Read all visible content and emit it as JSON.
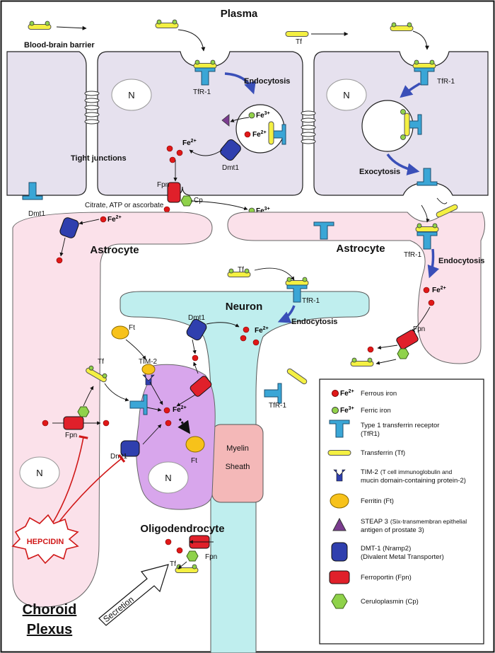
{
  "title": "Plasma",
  "labels": {
    "bbb": "Blood-brain barrier",
    "tight_junctions": "Tight junctions",
    "endocytosis": "Endocytosis",
    "exocytosis": "Exocytosis",
    "tf": "Tf",
    "tfr1": "TfR-1",
    "dmt1": "Dmt1",
    "fpn": "Fpn",
    "cp": "Cp",
    "ft": "Ft",
    "tim2": "TIM-2",
    "citrate": "Citrate, ATP or ascorbate",
    "fe2": "Fe",
    "fe2_sup": "2+",
    "fe3": "Fe",
    "fe3_sup": "3+",
    "nucleus": "N",
    "astrocyte": "Astrocyte",
    "neuron": "Neuron",
    "oligodendrocyte": "Oligodendrocyte",
    "myelin_line1": "Myelin",
    "myelin_line2": "Sheath",
    "hepcidin": "HEPCIDIN",
    "secretion": "Secretion",
    "choroid_line1": "Choroid",
    "choroid_line2": "Plexus"
  },
  "legend": [
    {
      "icon": "ferrous-iron-icon",
      "text": "Ferrous iron",
      "sym": "Fe",
      "sup": "2+"
    },
    {
      "icon": "ferric-iron-icon",
      "text": "Ferric iron",
      "sym": "Fe",
      "sup": "3+"
    },
    {
      "icon": "tfr1-receptor-icon",
      "text": "Type 1 transferrin receptor",
      "text2": "(TfR1)"
    },
    {
      "icon": "transferrin-icon",
      "text": "Transferrin (Tf)"
    },
    {
      "icon": "tim2-icon",
      "text": "TIM-2",
      "text_small": "(T cell immunoglobulin and",
      "text2": "mucin domain-containing protein-2)"
    },
    {
      "icon": "ferritin-icon",
      "text": "Ferritin (Ft)"
    },
    {
      "icon": "steap3-icon",
      "text": "STEAP 3",
      "text_small": "(Six-transmembran epithelial",
      "text2": "antigen of prostate 3)"
    },
    {
      "icon": "dmt1-icon",
      "text": "DMT-1 (Nramp2)",
      "text2": "(Divalent Metal Transporter)"
    },
    {
      "icon": "ferroportin-icon",
      "text": "Ferroportin (Fpn)"
    },
    {
      "icon": "ceruloplasmin-icon",
      "text": "Ceruloplasmin  (Cp)"
    }
  ],
  "colors": {
    "endothelial": "#e6e1ee",
    "astrocyte": "#fbe1ea",
    "neuron": "#bfeeee",
    "oligodendrocyte": "#d8a6ec",
    "myelin": "#f4b8b8",
    "receptor": "#3aa6d6",
    "transferrin": "#f4f042",
    "dmt1": "#2f3fae",
    "fpn": "#e0202a",
    "cp": "#8fd24a",
    "ferritin": "#f7c21a",
    "fe2": "#e01818",
    "fe3": "#92d24a",
    "steap3": "#7a3b8f",
    "arrow_blue": "#3a4fb8",
    "hepcidin": "#d01818"
  }
}
